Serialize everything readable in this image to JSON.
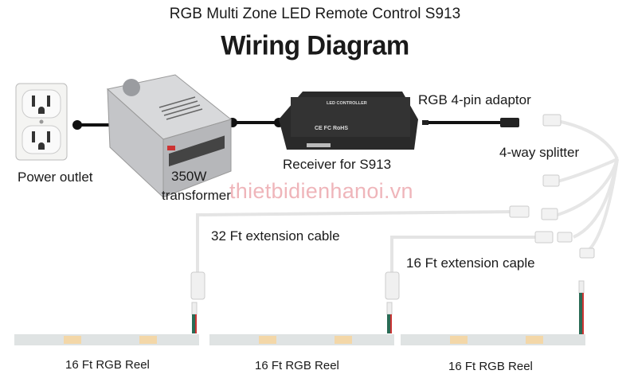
{
  "header": {
    "subtitle": "RGB Multi Zone LED Remote Control S913",
    "title": "Wiring Diagram"
  },
  "components": {
    "power_outlet": "Power outlet",
    "transformer_watt": "350W",
    "transformer": "transformer",
    "receiver": "Receiver for S913",
    "adaptor": "RGB 4-pin adaptor",
    "splitter": "4-way splitter",
    "ext_cable_32": "32 Ft extension cable",
    "ext_cable_16": "16 Ft extension caple",
    "reels": [
      "16 Ft RGB Reel",
      "16 Ft RGB Reel",
      "16 Ft RGB Reel"
    ]
  },
  "device_print": {
    "controller_label": "LED CONTROLLER",
    "certs": "CE FC RoHS"
  },
  "watermark": "thietbidienhanoi.vn",
  "colors": {
    "line": "#111111",
    "watermark": "#e07882"
  }
}
